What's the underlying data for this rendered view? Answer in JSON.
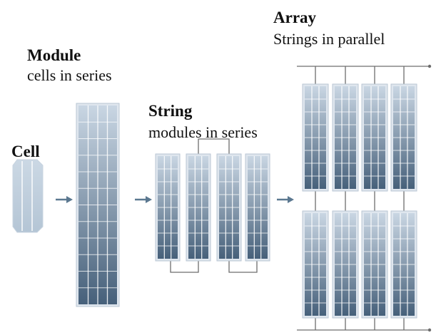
{
  "labels": {
    "cell": {
      "title": "Cell"
    },
    "module": {
      "title": "Module",
      "subtitle": "cells in series"
    },
    "string": {
      "title": "String",
      "subtitle": "modules in series"
    },
    "array": {
      "title": "Array",
      "subtitle": "Strings in parallel"
    }
  },
  "colors": {
    "panel_top": "#c9d6e3",
    "panel_bottom": "#46607a",
    "frame": "#dfe6ee",
    "grid_line": "#ffffff",
    "wire": "#6d6d6d",
    "arrow": "#5b7890"
  },
  "icons": [
    "arrow-right-icon",
    "arrow-right-icon",
    "arrow-right-icon"
  ]
}
